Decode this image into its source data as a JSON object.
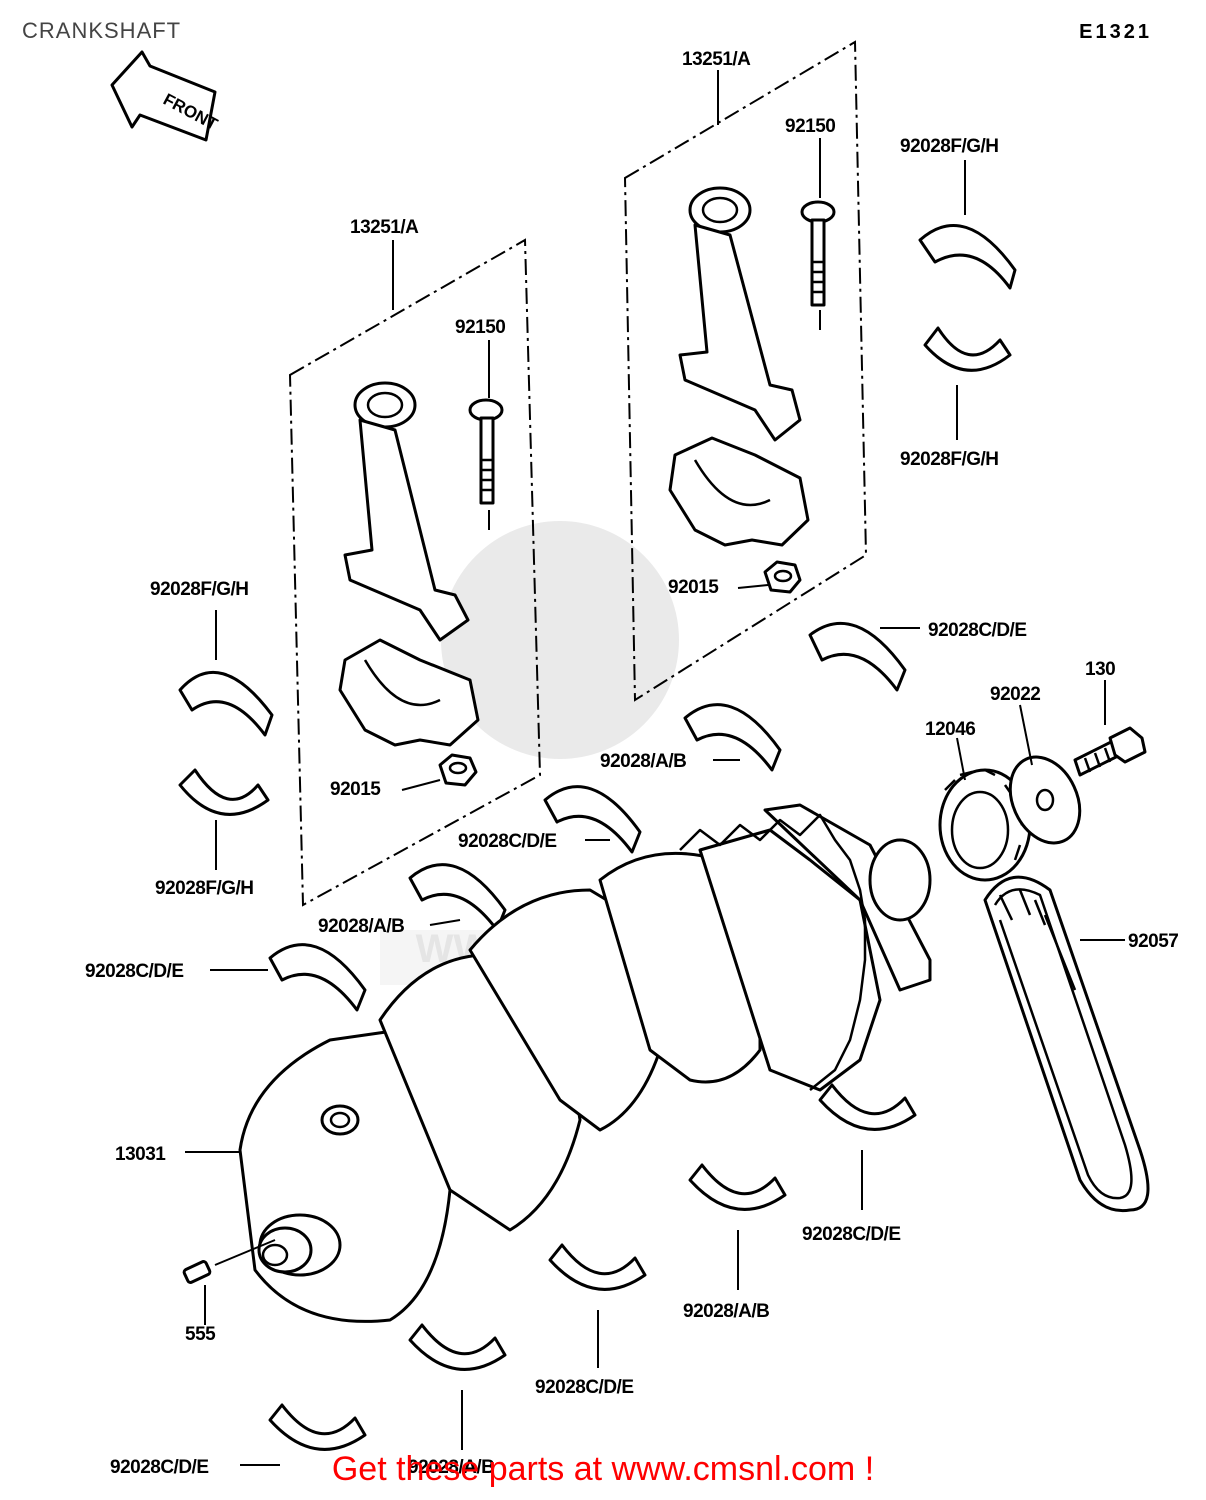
{
  "title": "CRANKSHAFT",
  "diagram_code": "E1321",
  "front_arrow_label": "FRONT",
  "watermark_text": "WWW.CMSNL.COM",
  "promo_text": "Get these parts at www.cmsnl.com !",
  "labels": {
    "conrod_left": "13251/A",
    "conrod_right": "13251/A",
    "bolt_left": "92150",
    "bolt_right": "92150",
    "nut_left": "92015",
    "nut_right": "92015",
    "bearing_fgh_top_right_a": "92028F/G/H",
    "bearing_fgh_top_right_b": "92028F/G/H",
    "bearing_fgh_left_a": "92028F/G/H",
    "bearing_fgh_left_b": "92028F/G/H",
    "bearing_cde_1": "92028C/D/E",
    "bearing_ab_1": "92028/A/B",
    "bearing_cde_2": "92028C/D/E",
    "bearing_ab_2": "92028/A/B",
    "bearing_cde_3": "92028C/D/E",
    "bearing_cde_4": "92028C/D/E",
    "bearing_ab_3": "92028/A/B",
    "bearing_cde_5": "92028C/D/E",
    "bearing_cde_6": "92028C/D/E",
    "bearing_ab_4": "92028/A/B",
    "bolt_130": "130",
    "washer": "92022",
    "gear": "12046",
    "chain": "92057",
    "crankshaft": "13031",
    "pin": "555"
  }
}
